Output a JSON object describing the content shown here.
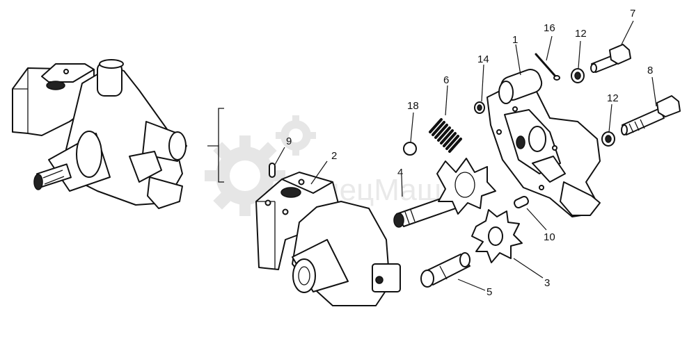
{
  "diagram": {
    "watermark": "СпецМаш",
    "callouts": {
      "c1": "1",
      "c2": "2",
      "c3": "3",
      "c4": "4",
      "c5": "5",
      "c6": "6",
      "c7": "7",
      "c8": "8",
      "c9": "9",
      "c10": "10",
      "c12a": "12",
      "c12b": "12",
      "c14": "14",
      "c16": "16",
      "c18": "18"
    }
  }
}
